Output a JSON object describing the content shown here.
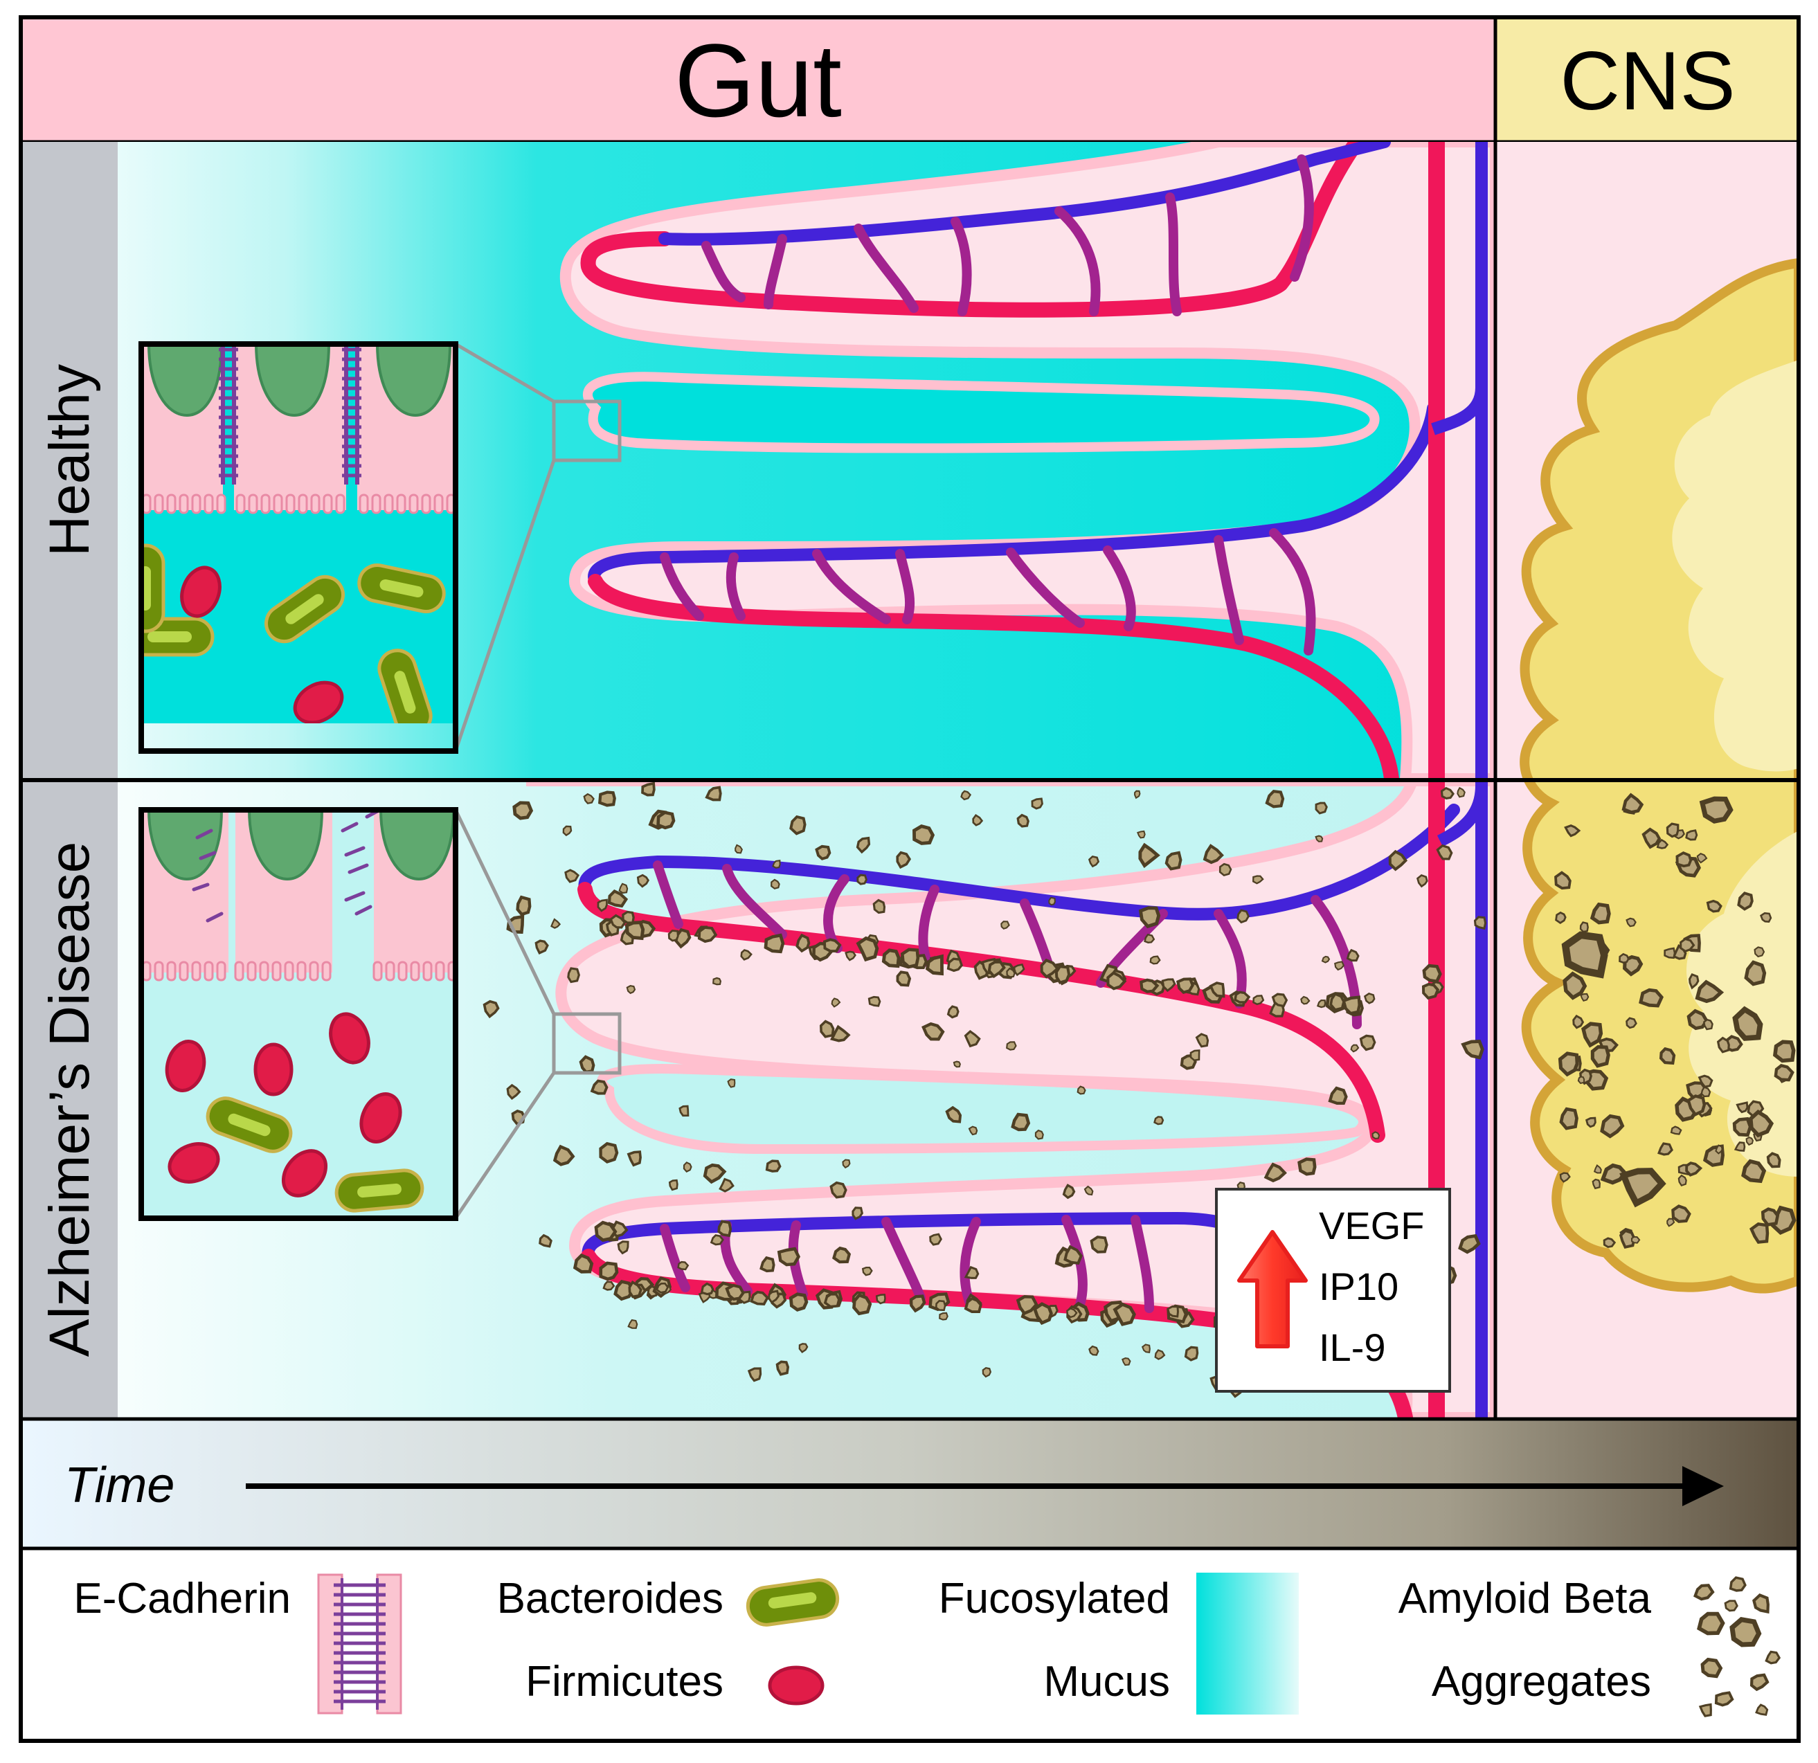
{
  "header": {
    "gut_label": "Gut",
    "cns_label": "CNS"
  },
  "rows": {
    "healthy_label": "Healthy",
    "ad_label": "Alzheimer’s Disease"
  },
  "markers": {
    "items": [
      "VEGF",
      "IP10",
      "IL-9"
    ],
    "arrow_color": "#e8201e"
  },
  "timeline": {
    "label": "Time"
  },
  "legend": {
    "ecadherin": "E-Cadherin",
    "bacteroides": "Bacteroides",
    "firmicutes": "Firmicutes",
    "fucosylated_line1": "Fucosylated",
    "fucosylated_line2": "Mucus",
    "amyloid_line1": "Amyloid Beta",
    "amyloid_line2": "Aggregates"
  },
  "colors": {
    "header_gut": "#ffc6d3",
    "header_cns": "#f7eba6",
    "tissue": "#fde3ea",
    "mucus_healthy": "#00e0dc",
    "mucus_ad": "#bff5f3",
    "artery": "#f0175a",
    "vein": "#4423d9",
    "bacteroides": "#6e8f0a",
    "firmicutes": "#e11c48",
    "brain": "#f2e07a",
    "amyloid": "#8a7442"
  }
}
